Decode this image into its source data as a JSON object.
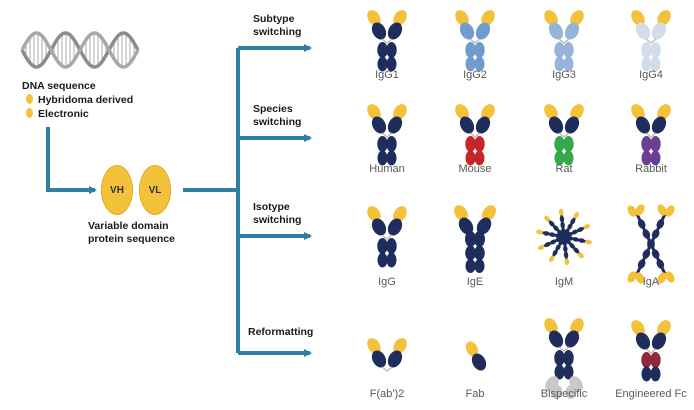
{
  "colors": {
    "arrow": "#2f7fa3",
    "navy": "#1f2d5c",
    "gold": "#f3c13a",
    "ig2": "#6f9ccc",
    "ig3": "#94b4da",
    "ig4": "#d2dcea",
    "mouse": "#c5262a",
    "rat": "#35a94a",
    "rabbit": "#6a3e93",
    "bispecific": "#c9c9c9",
    "engineered": "#8e2a3b"
  },
  "dna": {
    "title": "DNA sequence",
    "items": [
      "Hybridoma derived",
      "Electronic"
    ]
  },
  "domain": {
    "vh": "VH",
    "vl": "VL",
    "caption": [
      "Variable domain",
      "protein sequence"
    ]
  },
  "categories": [
    {
      "label": [
        "Subtype",
        "switching"
      ],
      "items": [
        {
          "name": "IgG1",
          "icon": "igg-antibody-icon"
        },
        {
          "name": "IgG2",
          "icon": "igg2-antibody-icon"
        },
        {
          "name": "IgG3",
          "icon": "igg3-antibody-icon"
        },
        {
          "name": "IgG4",
          "icon": "igg4-antibody-icon"
        }
      ]
    },
    {
      "label": [
        "Species",
        "switching"
      ],
      "items": [
        {
          "name": "Human",
          "icon": "human-antibody-icon"
        },
        {
          "name": "Mouse",
          "icon": "mouse-antibody-icon"
        },
        {
          "name": "Rat",
          "icon": "rat-antibody-icon"
        },
        {
          "name": "Rabbit",
          "icon": "rabbit-antibody-icon"
        }
      ]
    },
    {
      "label": [
        "Isotype",
        "switching"
      ],
      "items": [
        {
          "name": "IgG",
          "icon": "igg-isotype-icon"
        },
        {
          "name": "IgE",
          "icon": "ige-antibody-icon"
        },
        {
          "name": "IgM",
          "icon": "igm-pentamer-icon"
        },
        {
          "name": "IgA",
          "icon": "iga-dimer-icon"
        }
      ]
    },
    {
      "label": [
        "Reformatting"
      ],
      "items": [
        {
          "name": "F(ab')2",
          "icon": "fab2-fragment-icon"
        },
        {
          "name": "Fab",
          "icon": "fab-fragment-icon"
        },
        {
          "name": "Bispecific",
          "icon": "bispecific-antibody-icon"
        },
        {
          "name": "Engineered Fc",
          "icon": "engineered-fc-antibody-icon"
        }
      ]
    }
  ]
}
